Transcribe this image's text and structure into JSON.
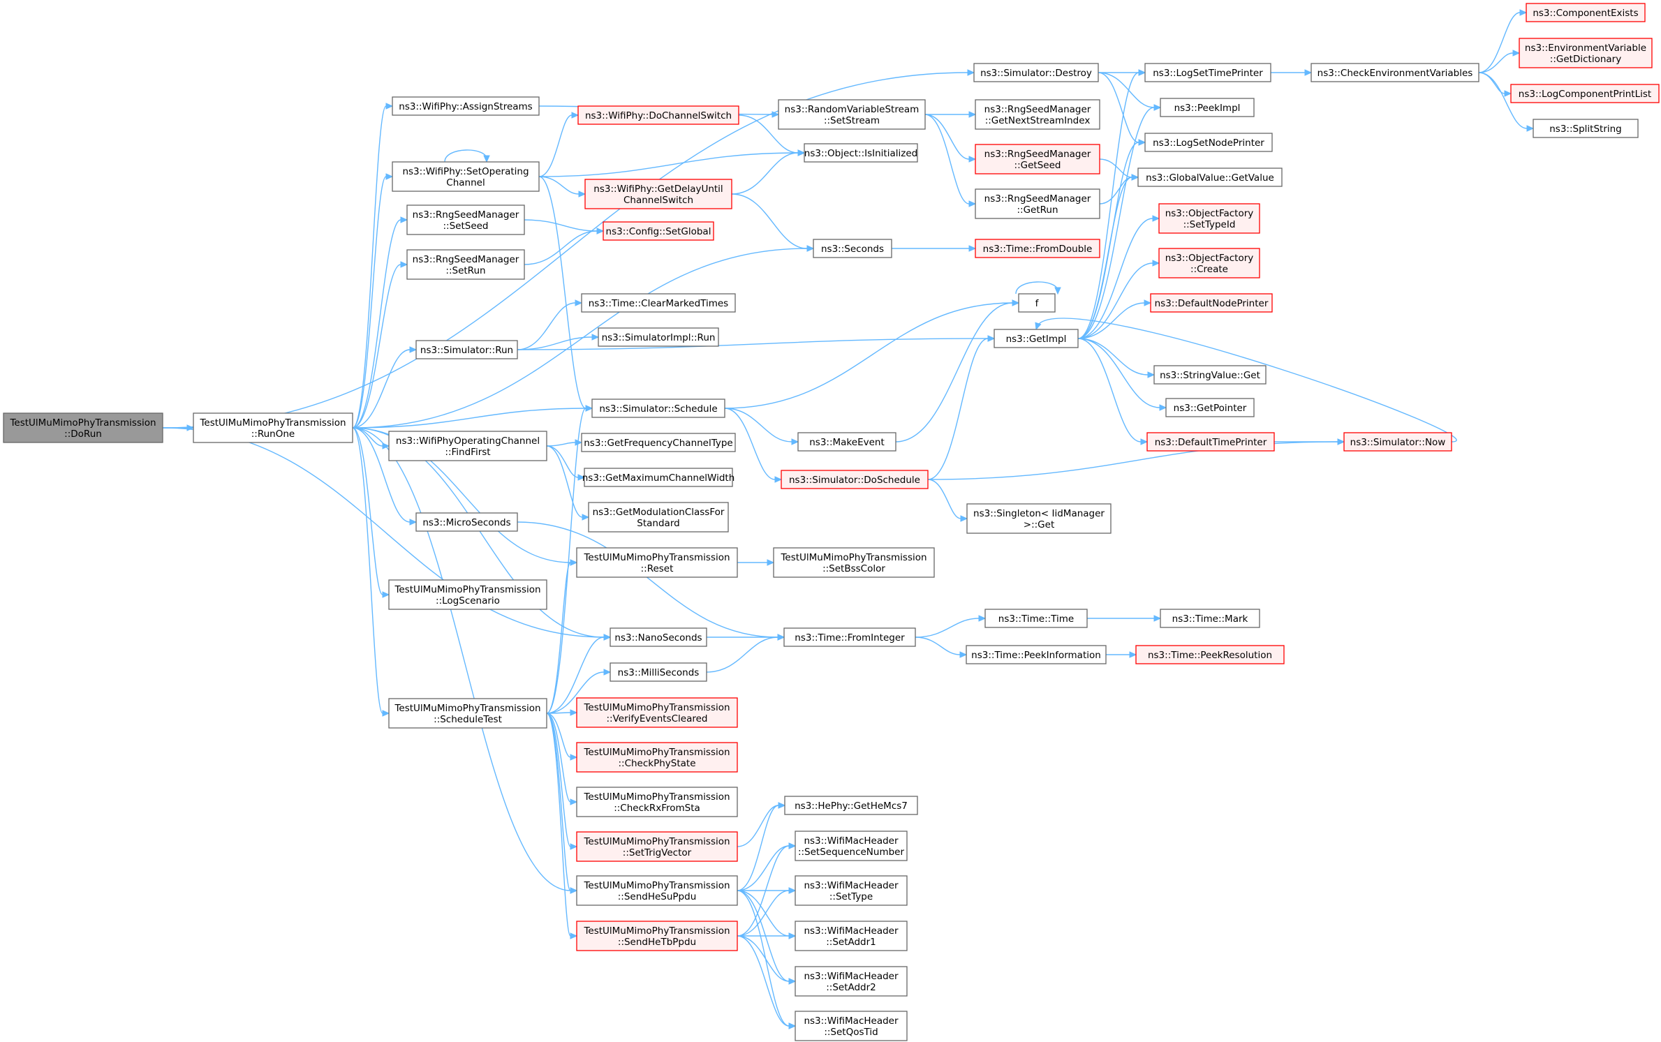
{
  "nodes": [
    {
      "id": "dorun",
      "lines": [
        "TestUlMuMimoPhyTransmission",
        "::DoRun"
      ],
      "kind": "root"
    },
    {
      "id": "runone",
      "lines": [
        "TestUlMuMimoPhyTransmission",
        "::RunOne"
      ],
      "kind": "normal"
    },
    {
      "id": "assignstreams",
      "lines": [
        "ns3::WifiPhy::AssignStreams"
      ],
      "kind": "normal"
    },
    {
      "id": "setopchan",
      "lines": [
        "ns3::WifiPhy::SetOperating",
        "Channel"
      ],
      "kind": "normal"
    },
    {
      "id": "rngsetseed",
      "lines": [
        "ns3::RngSeedManager",
        "::SetSeed"
      ],
      "kind": "normal"
    },
    {
      "id": "rngsetrun",
      "lines": [
        "ns3::RngSeedManager",
        "::SetRun"
      ],
      "kind": "normal"
    },
    {
      "id": "simrun",
      "lines": [
        "ns3::Simulator::Run"
      ],
      "kind": "normal"
    },
    {
      "id": "findfirst",
      "lines": [
        "ns3::WifiPhyOperatingChannel",
        "::FindFirst"
      ],
      "kind": "normal"
    },
    {
      "id": "microseconds",
      "lines": [
        "ns3::MicroSeconds"
      ],
      "kind": "normal"
    },
    {
      "id": "logscenario",
      "lines": [
        "TestUlMuMimoPhyTransmission",
        "::LogScenario"
      ],
      "kind": "normal"
    },
    {
      "id": "scheduletest",
      "lines": [
        "TestUlMuMimoPhyTransmission",
        "::ScheduleTest"
      ],
      "kind": "normal"
    },
    {
      "id": "simdestroy",
      "lines": [
        "ns3::Simulator::Destroy"
      ],
      "kind": "normal"
    },
    {
      "id": "rvssetstream",
      "lines": [
        "ns3::RandomVariableStream",
        "::SetStream"
      ],
      "kind": "normal"
    },
    {
      "id": "dochanswitch",
      "lines": [
        "ns3::WifiPhy::DoChannelSwitch"
      ],
      "kind": "trunc"
    },
    {
      "id": "objisinit",
      "lines": [
        "ns3::Object::IsInitialized"
      ],
      "kind": "normal"
    },
    {
      "id": "getdelay",
      "lines": [
        "ns3::WifiPhy::GetDelayUntil",
        "ChannelSwitch"
      ],
      "kind": "trunc"
    },
    {
      "id": "configsetglobal",
      "lines": [
        "ns3::Config::SetGlobal"
      ],
      "kind": "trunc"
    },
    {
      "id": "seconds",
      "lines": [
        "ns3::Seconds"
      ],
      "kind": "normal"
    },
    {
      "id": "clearmarked",
      "lines": [
        "ns3::Time::ClearMarkedTimes"
      ],
      "kind": "normal"
    },
    {
      "id": "simimplrun",
      "lines": [
        "ns3::SimulatorImpl::Run"
      ],
      "kind": "normal"
    },
    {
      "id": "simschedule",
      "lines": [
        "ns3::Simulator::Schedule"
      ],
      "kind": "normal"
    },
    {
      "id": "getfreqtype",
      "lines": [
        "ns3::GetFrequencyChannelType"
      ],
      "kind": "normal"
    },
    {
      "id": "getmaxwidth",
      "lines": [
        "ns3::GetMaximumChannelWidth"
      ],
      "kind": "normal"
    },
    {
      "id": "getmodclass",
      "lines": [
        "ns3::GetModulationClassFor",
        "Standard"
      ],
      "kind": "normal"
    },
    {
      "id": "reset",
      "lines": [
        "TestUlMuMimoPhyTransmission",
        "::Reset"
      ],
      "kind": "normal"
    },
    {
      "id": "nanoseconds",
      "lines": [
        "ns3::NanoSeconds"
      ],
      "kind": "normal"
    },
    {
      "id": "milliseconds",
      "lines": [
        "ns3::MilliSeconds"
      ],
      "kind": "normal"
    },
    {
      "id": "verifyevents",
      "lines": [
        "TestUlMuMimoPhyTransmission",
        "::VerifyEventsCleared"
      ],
      "kind": "trunc"
    },
    {
      "id": "checkphystate",
      "lines": [
        "TestUlMuMimoPhyTransmission",
        "::CheckPhyState"
      ],
      "kind": "trunc"
    },
    {
      "id": "checkrxfromsta",
      "lines": [
        "TestUlMuMimoPhyTransmission",
        "::CheckRxFromSta"
      ],
      "kind": "normal"
    },
    {
      "id": "settrigvector",
      "lines": [
        "TestUlMuMimoPhyTransmission",
        "::SetTrigVector"
      ],
      "kind": "trunc"
    },
    {
      "id": "sendhesu",
      "lines": [
        "TestUlMuMimoPhyTransmission",
        "::SendHeSuPpdu"
      ],
      "kind": "normal"
    },
    {
      "id": "sendhetb",
      "lines": [
        "TestUlMuMimoPhyTransmission",
        "::SendHeTbPpdu"
      ],
      "kind": "trunc"
    },
    {
      "id": "rnggetnextstream",
      "lines": [
        "ns3::RngSeedManager",
        "::GetNextStreamIndex"
      ],
      "kind": "normal"
    },
    {
      "id": "rnggetseed",
      "lines": [
        "ns3::RngSeedManager",
        "::GetSeed"
      ],
      "kind": "trunc"
    },
    {
      "id": "rnggetrun",
      "lines": [
        "ns3::RngSeedManager",
        "::GetRun"
      ],
      "kind": "normal"
    },
    {
      "id": "timefromdouble",
      "lines": [
        "ns3::Time::FromDouble"
      ],
      "kind": "trunc"
    },
    {
      "id": "f",
      "lines": [
        "f"
      ],
      "kind": "normal"
    },
    {
      "id": "getimpl",
      "lines": [
        "ns3::GetImpl"
      ],
      "kind": "normal"
    },
    {
      "id": "makeevent",
      "lines": [
        "ns3::MakeEvent"
      ],
      "kind": "normal"
    },
    {
      "id": "simdoschedule",
      "lines": [
        "ns3::Simulator::DoSchedule"
      ],
      "kind": "trunc"
    },
    {
      "id": "singletonget",
      "lines": [
        "ns3::Singleton< IidManager",
        ">::Get"
      ],
      "kind": "normal"
    },
    {
      "id": "setbsscolor",
      "lines": [
        "TestUlMuMimoPhyTransmission",
        "::SetBssColor"
      ],
      "kind": "normal"
    },
    {
      "id": "timefrominteger",
      "lines": [
        "ns3::Time::FromInteger"
      ],
      "kind": "normal"
    },
    {
      "id": "timetime",
      "lines": [
        "ns3::Time::Time"
      ],
      "kind": "normal"
    },
    {
      "id": "timepeekinfo",
      "lines": [
        "ns3::Time::PeekInformation"
      ],
      "kind": "normal"
    },
    {
      "id": "timemark",
      "lines": [
        "ns3::Time::Mark"
      ],
      "kind": "normal"
    },
    {
      "id": "timepeekres",
      "lines": [
        "ns3::Time::PeekResolution"
      ],
      "kind": "trunc"
    },
    {
      "id": "getheMcs7",
      "lines": [
        "ns3::HePhy::GetHeMcs7"
      ],
      "kind": "normal"
    },
    {
      "id": "setseqnum",
      "lines": [
        "ns3::WifiMacHeader",
        "::SetSequenceNumber"
      ],
      "kind": "normal"
    },
    {
      "id": "settype",
      "lines": [
        "ns3::WifiMacHeader",
        "::SetType"
      ],
      "kind": "normal"
    },
    {
      "id": "setaddr1",
      "lines": [
        "ns3::WifiMacHeader",
        "::SetAddr1"
      ],
      "kind": "normal"
    },
    {
      "id": "setaddr2",
      "lines": [
        "ns3::WifiMacHeader",
        "::SetAddr2"
      ],
      "kind": "normal"
    },
    {
      "id": "setqostid",
      "lines": [
        "ns3::WifiMacHeader",
        "::SetQosTid"
      ],
      "kind": "normal"
    },
    {
      "id": "logsettime",
      "lines": [
        "ns3::LogSetTimePrinter"
      ],
      "kind": "normal"
    },
    {
      "id": "peekimpl",
      "lines": [
        "ns3::PeekImpl"
      ],
      "kind": "normal"
    },
    {
      "id": "logsetnode",
      "lines": [
        "ns3::LogSetNodePrinter"
      ],
      "kind": "normal"
    },
    {
      "id": "gvgetvalue",
      "lines": [
        "ns3::GlobalValue::GetValue"
      ],
      "kind": "normal"
    },
    {
      "id": "ofsettypeid",
      "lines": [
        "ns3::ObjectFactory",
        "::SetTypeId"
      ],
      "kind": "trunc"
    },
    {
      "id": "ofcreate",
      "lines": [
        "ns3::ObjectFactory",
        "::Create"
      ],
      "kind": "trunc"
    },
    {
      "id": "defnodeprinter",
      "lines": [
        "ns3::DefaultNodePrinter"
      ],
      "kind": "trunc"
    },
    {
      "id": "strvalget",
      "lines": [
        "ns3::StringValue::Get"
      ],
      "kind": "normal"
    },
    {
      "id": "getpointer",
      "lines": [
        "ns3::GetPointer"
      ],
      "kind": "normal"
    },
    {
      "id": "deftimeprinter",
      "lines": [
        "ns3::DefaultTimePrinter"
      ],
      "kind": "trunc"
    },
    {
      "id": "simnow",
      "lines": [
        "ns3::Simulator::Now"
      ],
      "kind": "trunc"
    },
    {
      "id": "checkenv",
      "lines": [
        "ns3::CheckEnvironmentVariables"
      ],
      "kind": "normal"
    },
    {
      "id": "compexists",
      "lines": [
        "ns3::ComponentExists"
      ],
      "kind": "trunc"
    },
    {
      "id": "envgetdict",
      "lines": [
        "ns3::EnvironmentVariable",
        "::GetDictionary"
      ],
      "kind": "trunc"
    },
    {
      "id": "logcompprint",
      "lines": [
        "ns3::LogComponentPrintList"
      ],
      "kind": "trunc"
    },
    {
      "id": "splitstring",
      "lines": [
        "ns3::SplitString"
      ],
      "kind": "normal"
    }
  ],
  "edges": [
    [
      "dorun",
      "runone"
    ],
    [
      "dorun",
      "simdestroy"
    ],
    [
      "dorun",
      "nanoseconds"
    ],
    [
      "runone",
      "assignstreams"
    ],
    [
      "runone",
      "setopchan"
    ],
    [
      "runone",
      "rngsetseed"
    ],
    [
      "runone",
      "rngsetrun"
    ],
    [
      "runone",
      "seconds"
    ],
    [
      "runone",
      "simrun"
    ],
    [
      "runone",
      "simschedule"
    ],
    [
      "runone",
      "findfirst"
    ],
    [
      "runone",
      "microseconds"
    ],
    [
      "runone",
      "logscenario"
    ],
    [
      "runone",
      "scheduletest"
    ],
    [
      "runone",
      "reset"
    ],
    [
      "runone",
      "nanoseconds"
    ],
    [
      "runone",
      "sendhesu"
    ],
    [
      "assignstreams",
      "rvssetstream"
    ],
    [
      "setopchan",
      "setopchan"
    ],
    [
      "setopchan",
      "dochanswitch"
    ],
    [
      "setopchan",
      "objisinit"
    ],
    [
      "setopchan",
      "getdelay"
    ],
    [
      "setopchan",
      "simschedule"
    ],
    [
      "rngsetseed",
      "configsetglobal"
    ],
    [
      "rngsetrun",
      "configsetglobal"
    ],
    [
      "simrun",
      "clearmarked"
    ],
    [
      "simrun",
      "simimplrun"
    ],
    [
      "simrun",
      "getimpl"
    ],
    [
      "findfirst",
      "getfreqtype"
    ],
    [
      "findfirst",
      "getmaxwidth"
    ],
    [
      "findfirst",
      "getmodclass"
    ],
    [
      "microseconds",
      "timefrominteger"
    ],
    [
      "scheduletest",
      "simschedule"
    ],
    [
      "scheduletest",
      "reset"
    ],
    [
      "scheduletest",
      "nanoseconds"
    ],
    [
      "scheduletest",
      "milliseconds"
    ],
    [
      "scheduletest",
      "verifyevents"
    ],
    [
      "scheduletest",
      "checkphystate"
    ],
    [
      "scheduletest",
      "checkrxfromsta"
    ],
    [
      "scheduletest",
      "settrigvector"
    ],
    [
      "scheduletest",
      "sendhesu"
    ],
    [
      "scheduletest",
      "sendhetb"
    ],
    [
      "simdestroy",
      "logsettime"
    ],
    [
      "simdestroy",
      "peekimpl"
    ],
    [
      "simdestroy",
      "logsetnode"
    ],
    [
      "rvssetstream",
      "rnggetnextstream"
    ],
    [
      "rvssetstream",
      "rnggetseed"
    ],
    [
      "rvssetstream",
      "rnggetrun"
    ],
    [
      "dochanswitch",
      "objisinit"
    ],
    [
      "getdelay",
      "objisinit"
    ],
    [
      "getdelay",
      "seconds"
    ],
    [
      "seconds",
      "timefromdouble"
    ],
    [
      "simschedule",
      "f"
    ],
    [
      "simschedule",
      "makeevent"
    ],
    [
      "simschedule",
      "simdoschedule"
    ],
    [
      "reset",
      "setbsscolor"
    ],
    [
      "nanoseconds",
      "timefrominteger"
    ],
    [
      "milliseconds",
      "timefrominteger"
    ],
    [
      "settrigvector",
      "getheMcs7"
    ],
    [
      "sendhesu",
      "getheMcs7"
    ],
    [
      "sendhesu",
      "setseqnum"
    ],
    [
      "sendhesu",
      "settype"
    ],
    [
      "sendhesu",
      "setaddr1"
    ],
    [
      "sendhesu",
      "setaddr2"
    ],
    [
      "sendhesu",
      "setqostid"
    ],
    [
      "sendhetb",
      "settype"
    ],
    [
      "sendhetb",
      "setaddr1"
    ],
    [
      "sendhetb",
      "setaddr2"
    ],
    [
      "sendhetb",
      "setqostid"
    ],
    [
      "sendhetb",
      "setseqnum"
    ],
    [
      "rnggetseed",
      "gvgetvalue"
    ],
    [
      "rnggetrun",
      "gvgetvalue"
    ],
    [
      "f",
      "f"
    ],
    [
      "makeevent",
      "f"
    ],
    [
      "simdoschedule",
      "getimpl"
    ],
    [
      "simdoschedule",
      "simnow"
    ],
    [
      "simdoschedule",
      "singletonget"
    ],
    [
      "timefrominteger",
      "timetime"
    ],
    [
      "timefrominteger",
      "timepeekinfo"
    ],
    [
      "timetime",
      "timemark"
    ],
    [
      "timepeekinfo",
      "timepeekres"
    ],
    [
      "getimpl",
      "logsettime"
    ],
    [
      "getimpl",
      "peekimpl"
    ],
    [
      "getimpl",
      "logsetnode"
    ],
    [
      "getimpl",
      "gvgetvalue"
    ],
    [
      "getimpl",
      "ofsettypeid"
    ],
    [
      "getimpl",
      "ofcreate"
    ],
    [
      "getimpl",
      "defnodeprinter"
    ],
    [
      "getimpl",
      "strvalget"
    ],
    [
      "getimpl",
      "getpointer"
    ],
    [
      "getimpl",
      "deftimeprinter"
    ],
    [
      "deftimeprinter",
      "simnow"
    ],
    [
      "simnow",
      "getimpl"
    ],
    [
      "logsettime",
      "checkenv"
    ],
    [
      "checkenv",
      "compexists"
    ],
    [
      "checkenv",
      "envgetdict"
    ],
    [
      "checkenv",
      "logcompprint"
    ],
    [
      "checkenv",
      "splitstring"
    ]
  ]
}
